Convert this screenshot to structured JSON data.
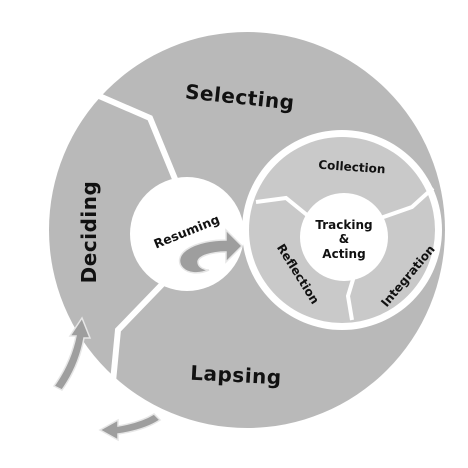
{
  "diagram": {
    "outer_stages": {
      "selecting": "Selecting",
      "deciding": "Deciding",
      "lapsing": "Lapsing",
      "resuming": "Resuming"
    },
    "inner_cycle": {
      "collection": "Collection",
      "integration": "Integration",
      "reflection": "Reflection",
      "center_line1": "Tracking",
      "center_line2": "&",
      "center_line3": "Acting"
    },
    "colors": {
      "outer_fill": "#b9b9b9",
      "inner_ring_fill": "#c9c9c9",
      "border": "#ffffff",
      "arrow_fill": "#9e9e9e",
      "arrow_stroke": "#e8e8e8",
      "text": "#111111"
    }
  }
}
